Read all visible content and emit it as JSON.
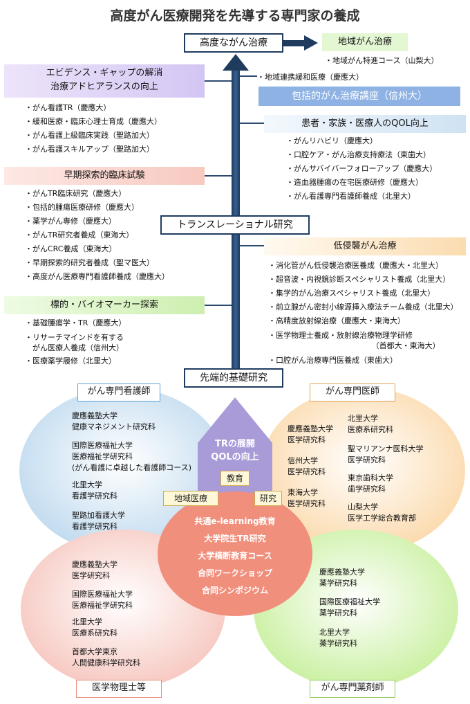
{
  "title": "高度がん医療開発を先導する専門家の養成",
  "spine": {
    "top": "高度ながん治療",
    "translational": "トランスレーショナル研究",
    "basic": "先端的基礎研究"
  },
  "regional": {
    "label": "地域がん治療",
    "items": [
      "・地域がん特進コース（山梨大）"
    ]
  },
  "renkei": "・地域連携緩和医療（慶應大）",
  "hokatsu": "包括的がん治療講座（信州大）",
  "evidence": {
    "label_line1": "エビデンス・ギャップの解消",
    "label_line2": "治療アドヒアランスの向上",
    "items": [
      "・がん看護TR（慶應大）",
      "・緩和医療・臨床心理士育成（慶應大）",
      "・がん看護上級臨床実践（聖路加大）",
      "・がん看護スキルアップ（聖路加大）"
    ]
  },
  "qol": {
    "label": "患者・家族・医療人のQOL向上",
    "items": [
      "・がんリハビリ（慶應大）",
      "・口腔ケア・がん治療支持療法（東歯大）",
      "・がんサバイバーフォローアップ（慶應大）",
      "・造血器腫瘍の在宅医療研修（慶應大）",
      "・がん看護専門看護師養成（北里大）"
    ]
  },
  "early": {
    "label": "早期探索的臨床試験",
    "items": [
      "・がんTR臨床研究（慶應大）",
      "・包括的腫瘍医療研修（慶應大）",
      "・薬学がん専修（慶應大）",
      "・がんTR研究者養成（東海大）",
      "・がんCRC養成（東海大）",
      "・早期探索的研究者養成（聖マ医大）",
      "・高度がん医療専門看護師養成（慶應大）"
    ]
  },
  "minimal": {
    "label": "低侵襲がん治療",
    "items": [
      "・消化管がん低侵襲治療医養成（慶應大・北里大）",
      "・超音波・内視鏡診断スペシャリスト養成（北里大）",
      "・集学的がん治療スペシャリスト養成（北里大）",
      "・前立腺がん密封小線源挿入療法チーム養成（北里大）",
      "・高精度放射線治療（慶應大・東海大）",
      "・医学物理士養成・放射線治療物理学研修",
      "（首都大・東海大）",
      "・口腔がん治療専門医養成（東歯大）"
    ]
  },
  "biomarker": {
    "label": "標的・バイオマーカー探索",
    "items": [
      "・基礎腫瘍学・TR（慶應大）",
      "・リサーチマインドを有する",
      "がん医療人養成（信州大）",
      "・医療薬学履修（北里大）"
    ]
  },
  "nurse": {
    "label": "がん専門看護師",
    "institutions": [
      "慶應義塾大学\n健康マネジメント研究科",
      "国際医療福祉大学\n医療福祉学研究科\n(がん看護に卓越した看護師コース)",
      "北里大学\n看護学研究科",
      "聖路加看護大学\n看護学研究科"
    ]
  },
  "doctor": {
    "label": "がん専門医師",
    "left": [
      "慶應義塾大学\n医学研究科",
      "信州大学\n医学研究科",
      "東海大学\n医学研究科"
    ],
    "right": [
      "北里大学\n医療系研究科",
      "聖マリアンナ医科大学\n医学研究科",
      "東京歯科大学\n歯学研究科",
      "山梨大学\n医学工学総合教育部"
    ]
  },
  "physicist": {
    "label": "医学物理士等",
    "institutions": [
      "慶應義塾大学\n医学研究科",
      "国際医療福祉大学\n医療福祉学研究科",
      "北里大学\n医療系研究科",
      "首都大学東京\n人間健康科学研究科"
    ]
  },
  "pharmacist": {
    "label": "がん専門薬剤師",
    "institutions": [
      "慶應義塾大学\n薬学研究科",
      "国際医療福祉大学\n薬学研究科",
      "北里大学\n薬学研究科"
    ]
  },
  "center": {
    "goal_line1": "TRの展開",
    "goal_line2": "QOLの向上",
    "education": "教育",
    "regional_medicine": "地域医療",
    "research": "研究",
    "common": [
      "共通e-learning教育",
      "大学院生TR研究",
      "大学横断教育コース",
      "合同ワークショップ",
      "合同シンポジウム"
    ]
  }
}
